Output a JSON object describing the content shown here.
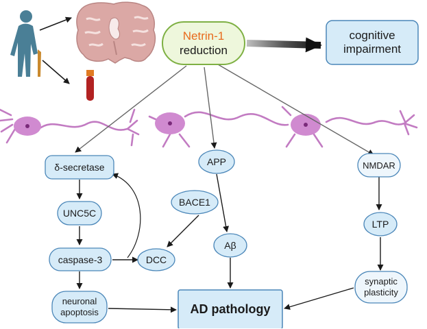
{
  "central": {
    "line1": "Netrin-1",
    "line2": "reduction",
    "line1_color": "#e86a1c"
  },
  "outcome": {
    "line1": "cognitive",
    "line2": "impairment"
  },
  "nodes": {
    "delta_secretase": "δ-secretase",
    "unc5c": "UNC5C",
    "caspase3": "caspase-3",
    "dcc": "DCC",
    "bace1": "BACE1",
    "app": "APP",
    "abeta": "Aβ",
    "nmdar": "NMDAR",
    "ltp": "LTP",
    "synaptic_line1": "synaptic",
    "synaptic_line2": "plasticity",
    "neuronal_line1": "neuronal",
    "neuronal_line2": "apoptosis",
    "ad_pathology": "AD pathology"
  },
  "colors": {
    "node_fill": "#d6ebf8",
    "node_stroke": "#4a86b8",
    "central_fill": "#eef7dc",
    "central_stroke": "#7eb043",
    "neuron": "#c879c8",
    "person": "#4a7f96",
    "brain": "#d9a6a3",
    "blood": "#b22222"
  },
  "icons": [
    "elderly-person-icon",
    "brain-icon",
    "blood-tube-icon",
    "neuron-icon"
  ]
}
